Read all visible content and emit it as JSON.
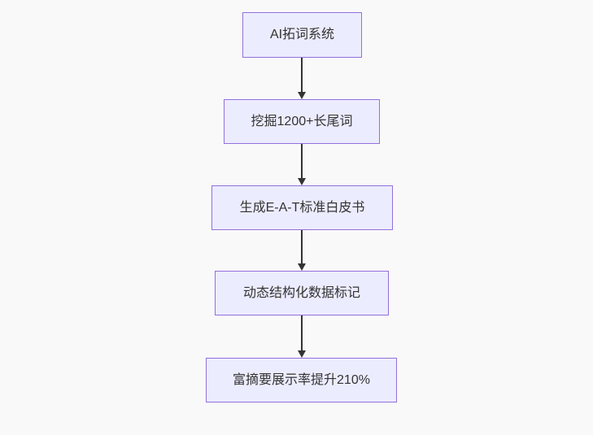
{
  "diagram": {
    "type": "flowchart",
    "direction": "top-down",
    "colors": {
      "background": "#f9f9f9",
      "node_fill": "#ECECFF",
      "node_border": "#9370DB",
      "arrow": "#333333",
      "text": "#333333"
    },
    "nodes": [
      {
        "id": "A",
        "label": "AI拓词系统"
      },
      {
        "id": "B",
        "label": "挖掘1200+长尾词"
      },
      {
        "id": "C",
        "label": "生成E-A-T标准白皮书"
      },
      {
        "id": "D",
        "label": "动态结构化数据标记"
      },
      {
        "id": "E",
        "label": "富摘要展示率提升210%"
      }
    ],
    "edges": [
      {
        "from": "A",
        "to": "B"
      },
      {
        "from": "B",
        "to": "C"
      },
      {
        "from": "C",
        "to": "D"
      },
      {
        "from": "D",
        "to": "E"
      }
    ]
  }
}
